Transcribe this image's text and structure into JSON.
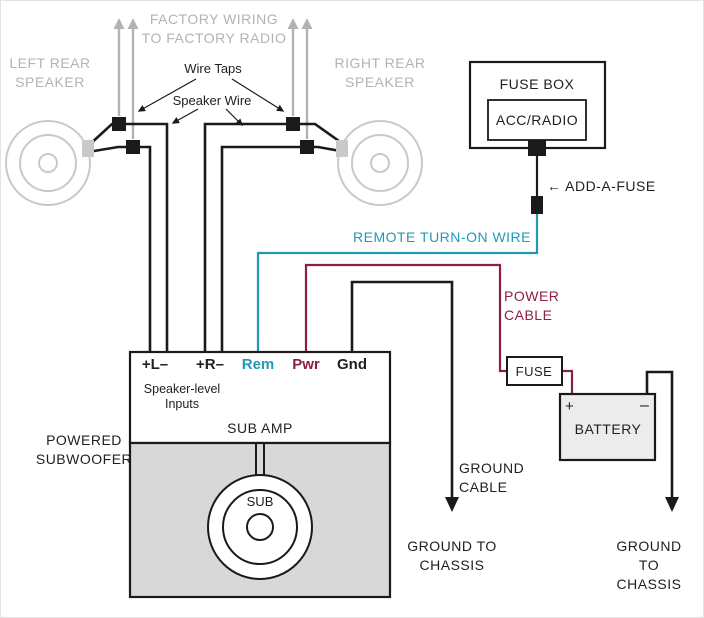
{
  "diagram": {
    "labels": {
      "factory_wiring": "FACTORY WIRING\nTO FACTORY RADIO",
      "left_rear_speaker": "LEFT REAR\nSPEAKER",
      "right_rear_speaker": "RIGHT REAR\nSPEAKER",
      "wire_taps": "Wire Taps",
      "speaker_wire": "Speaker Wire",
      "fuse_box": "FUSE BOX",
      "acc_radio": "ACC/RADIO",
      "add_a_fuse": "← ADD-A-FUSE",
      "remote_turn_on_wire": "REMOTE TURN-ON WIRE",
      "power_cable": "POWER\nCABLE",
      "speaker_level_inputs": "Speaker-level\nInputs",
      "sub_amp": "SUB AMP",
      "powered_subwoofer": "POWERED\nSUBWOOFER",
      "sub": "SUB",
      "fuse": "FUSE",
      "battery": "BATTERY",
      "battery_plus": "+",
      "battery_minus": "–",
      "ground_cable": "GROUND\nCABLE",
      "ground_to_chassis_left": "GROUND TO\nCHASSIS",
      "ground_to_chassis_right": "GROUND TO\nCHASSIS"
    },
    "amp_terminals": [
      {
        "label": "+L–"
      },
      {
        "label": "+R–"
      },
      {
        "label": "Rem"
      },
      {
        "label": "Pwr"
      },
      {
        "label": "Gnd"
      }
    ],
    "colors": {
      "remote_wire": "#2299b6",
      "power_wire": "#8e1f3e",
      "wire_black": "#1a1a1a",
      "muted_gray": "#b3b3b3",
      "speaker_gray": "#c9c9c9",
      "enclosure_fill": "#d8d8d8",
      "battery_fill": "#ececec"
    }
  }
}
